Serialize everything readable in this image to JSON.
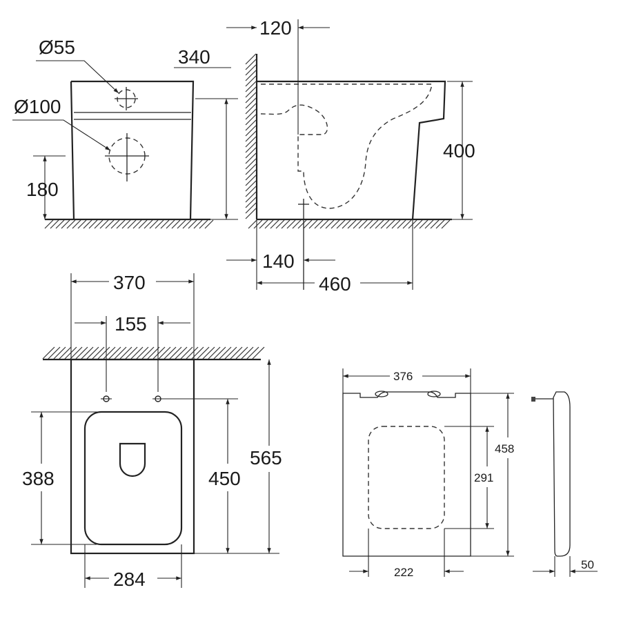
{
  "drawing": {
    "front": {
      "dia_inlet": "Ø55",
      "dia_outlet": "Ø100",
      "height_total": "340",
      "height_outlet": "180"
    },
    "side": {
      "top_offset": "120",
      "height": "400",
      "bottom_offset": "140",
      "depth": "460"
    },
    "plan": {
      "width": "370",
      "fix_spacing": "155",
      "bowl_depth": "388",
      "fix_depth": "450",
      "overall_depth": "565",
      "bowl_width": "284"
    },
    "seat": {
      "width": "376",
      "length": "458",
      "inner_length": "291",
      "inner_width": "222",
      "thickness": "50"
    }
  }
}
